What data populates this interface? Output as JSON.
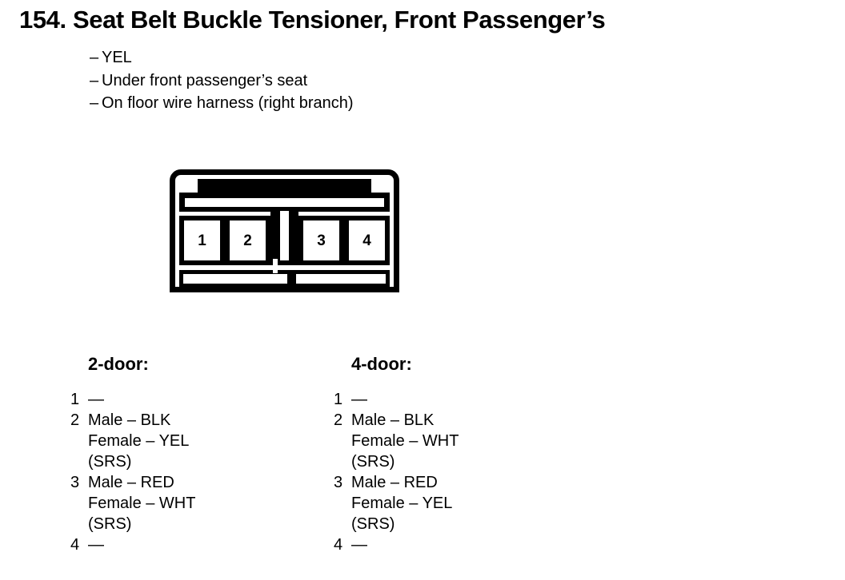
{
  "page": {
    "title": "154. Seat Belt Buckle Tensioner, Front Passenger’s",
    "description": [
      "YEL",
      "Under front passenger’s seat",
      "On floor wire harness (right branch)"
    ],
    "dash_prefix": "–"
  },
  "connector": {
    "pins": [
      "1",
      "2",
      "3",
      "4"
    ]
  },
  "pin_tables": [
    {
      "heading": "2-door:",
      "rows": [
        {
          "pin": "1",
          "lines": [
            "—"
          ]
        },
        {
          "pin": "2",
          "lines": [
            "Male – BLK",
            "Female – YEL",
            "(SRS)"
          ]
        },
        {
          "pin": "3",
          "lines": [
            "Male – RED",
            "Female – WHT",
            "(SRS)"
          ]
        },
        {
          "pin": "4",
          "lines": [
            "—"
          ]
        }
      ]
    },
    {
      "heading": "4-door:",
      "rows": [
        {
          "pin": "1",
          "lines": [
            "—"
          ]
        },
        {
          "pin": "2",
          "lines": [
            "Male – BLK",
            "Female – WHT",
            "(SRS)"
          ]
        },
        {
          "pin": "3",
          "lines": [
            "Male – RED",
            "Female – YEL",
            "(SRS)"
          ]
        },
        {
          "pin": "4",
          "lines": [
            "—"
          ]
        }
      ]
    }
  ],
  "colors": {
    "ink": "#000000",
    "paper": "#ffffff"
  }
}
